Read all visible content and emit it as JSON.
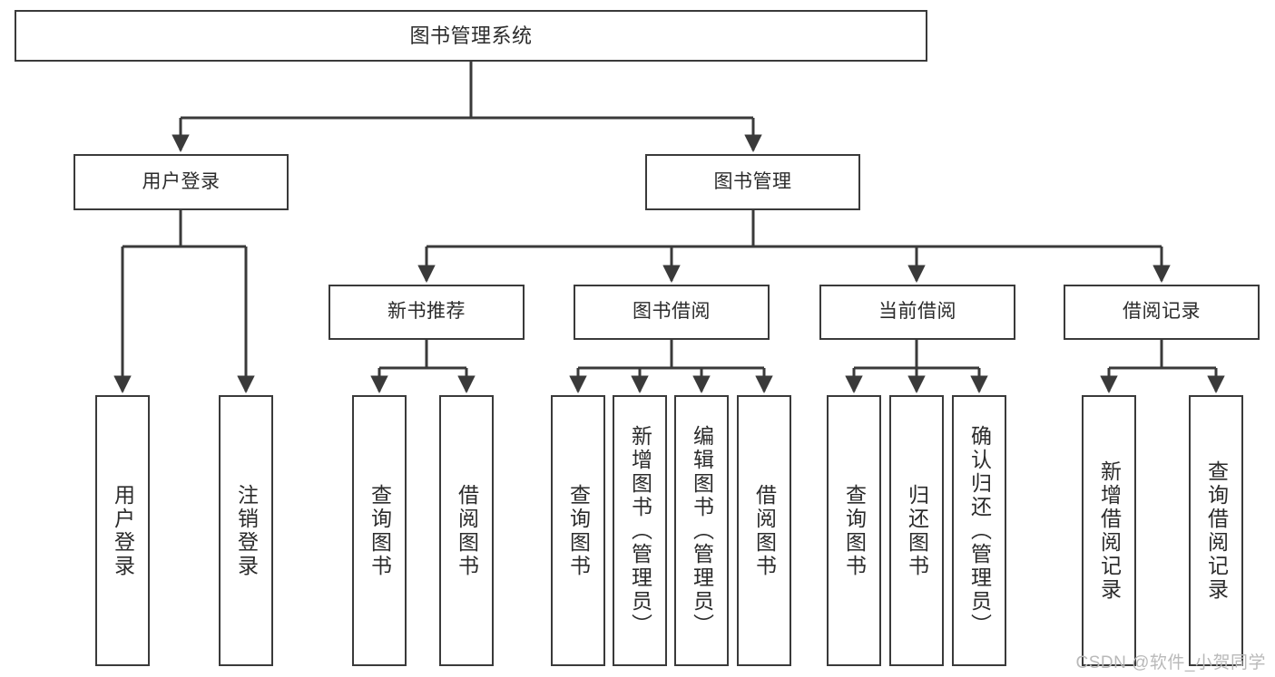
{
  "diagram": {
    "title": "图书管理系统",
    "type": "tree-hierarchy-chart",
    "orientation": "top-down",
    "edge_style": "orthogonal-with-arrowheads",
    "colors": {
      "box_border": "#3a3a3a",
      "box_fill": "#ffffff",
      "edge": "#3a3a3a",
      "text": "#2b2b2b",
      "watermark": "#b9b9b9",
      "background": "#ffffff"
    },
    "root": {
      "label": "图书管理系统"
    },
    "level2": [
      {
        "label": "用户登录"
      },
      {
        "label": "图书管理"
      }
    ],
    "level3": [
      {
        "label": "新书推荐"
      },
      {
        "label": "图书借阅"
      },
      {
        "label": "当前借阅"
      },
      {
        "label": "借阅记录"
      }
    ],
    "leaves": {
      "user_login": [
        {
          "label": "用户登录"
        },
        {
          "label": "注销登录"
        }
      ],
      "new_book_recommend": [
        {
          "label": "查询图书"
        },
        {
          "label": "借阅图书"
        }
      ],
      "book_borrow": [
        {
          "label": "查询图书"
        },
        {
          "label": "新增图书（管理员）"
        },
        {
          "label": "编辑图书（管理员）"
        },
        {
          "label": "借阅图书"
        }
      ],
      "current_borrow": [
        {
          "label": "查询图书"
        },
        {
          "label": "归还图书"
        },
        {
          "label": "确认归还（管理员）"
        }
      ],
      "borrow_records": [
        {
          "label": "新增借阅记录"
        },
        {
          "label": "查询借阅记录"
        }
      ]
    },
    "watermark": "CSDN @软件_小贺同学"
  }
}
